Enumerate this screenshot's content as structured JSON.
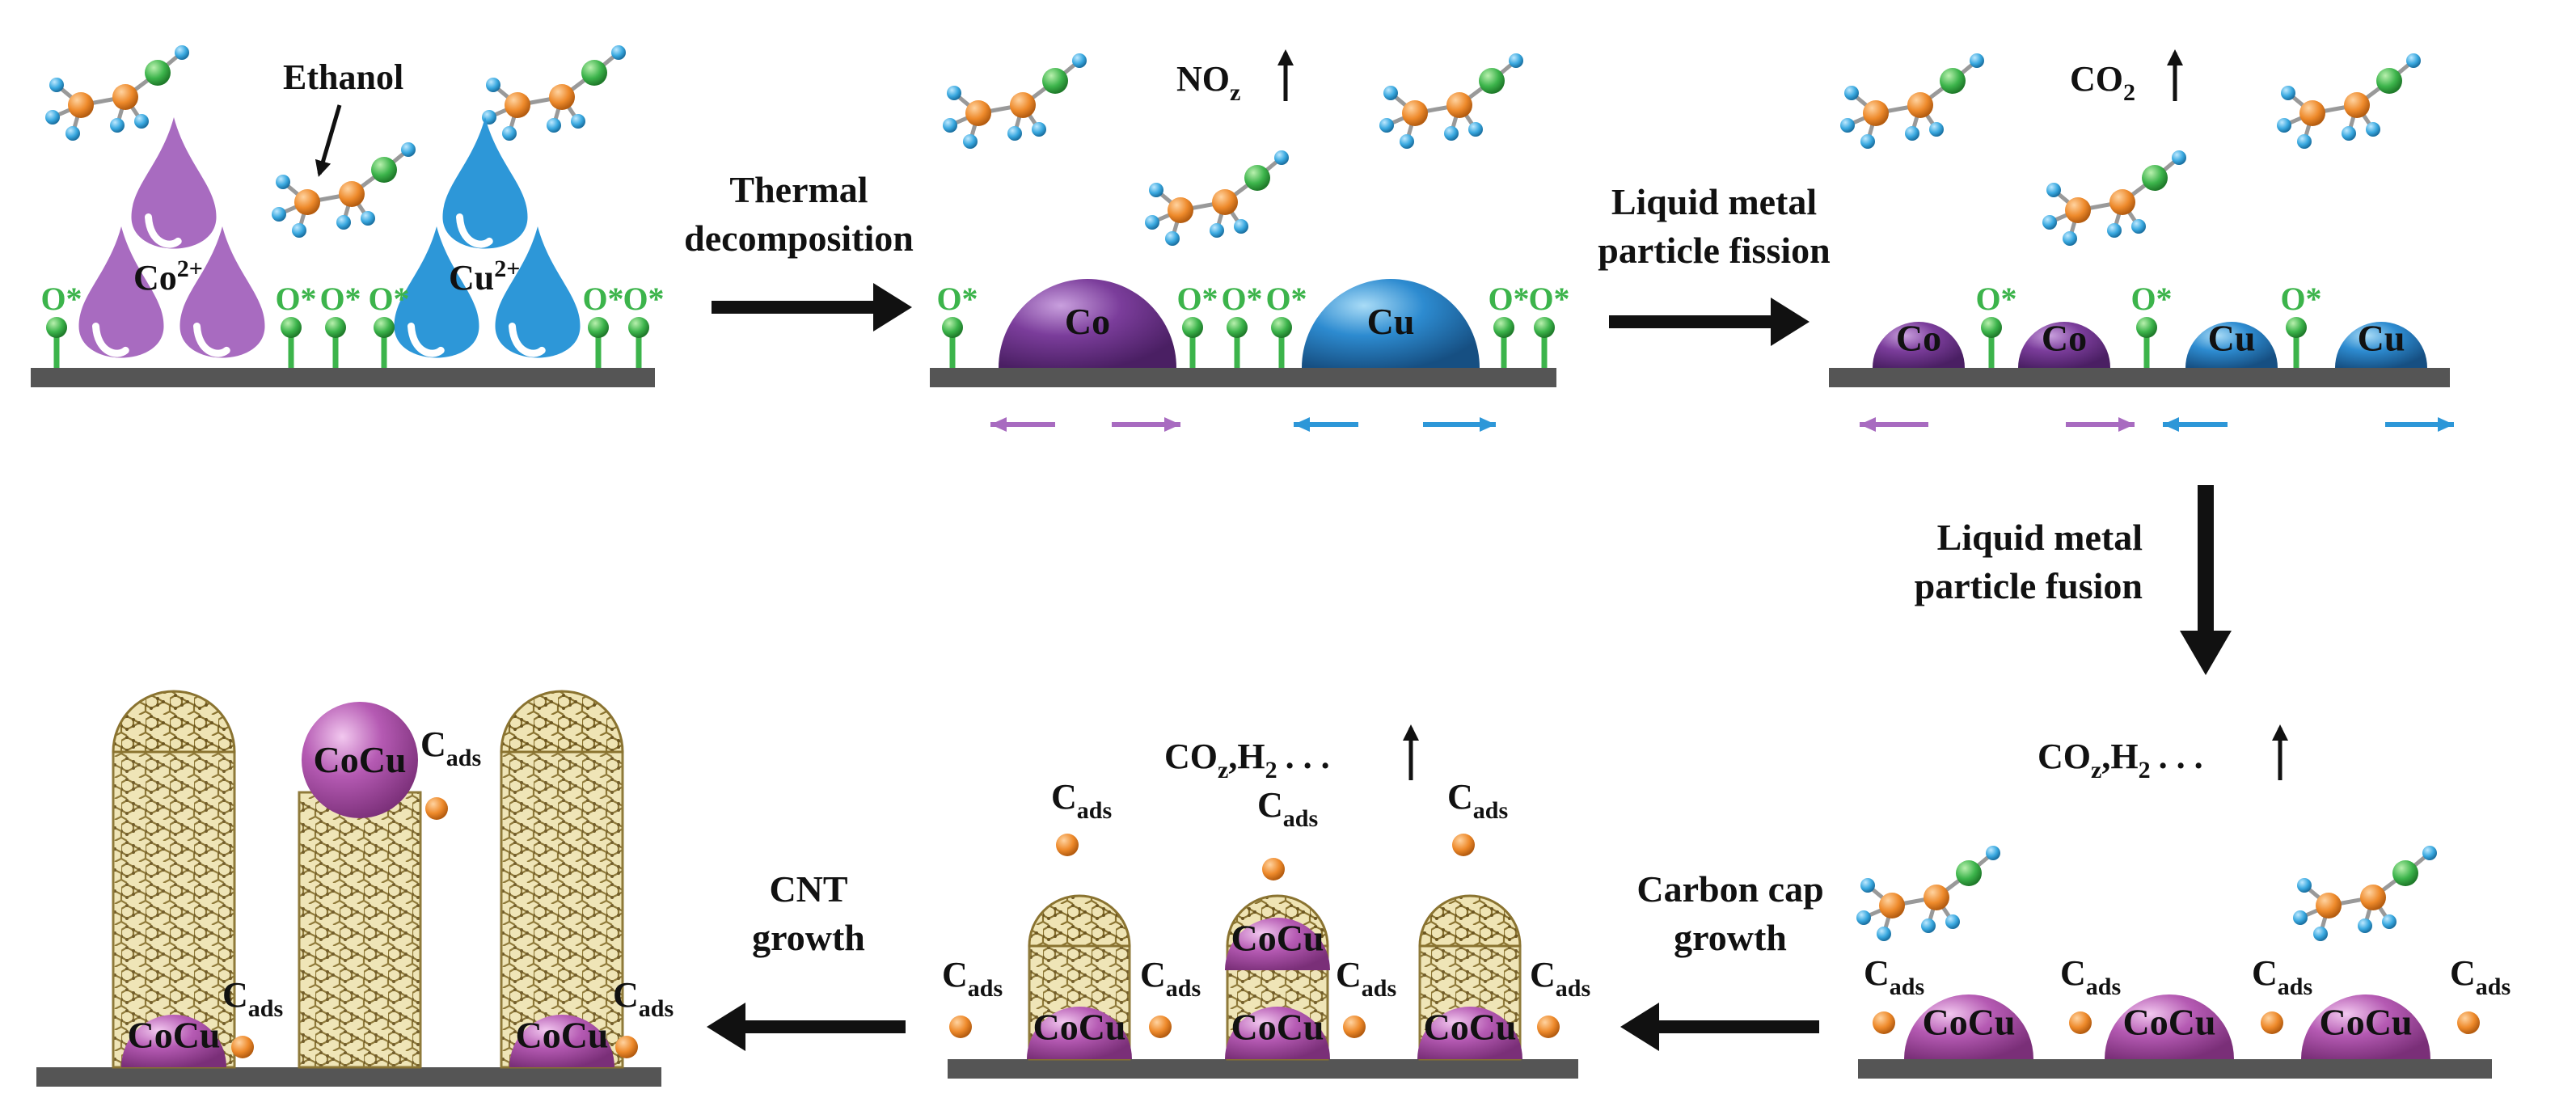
{
  "colors": {
    "co_purple": "#7b3d9b",
    "cu_blue": "#2d8bd0",
    "cocu_pink": "#b55ab3",
    "oxygen_green": "#3cb44b",
    "carbon_orange": "#ee8a2b",
    "hydrogen_blue": "#3aa9e0",
    "tube_gold": "#9c8a3a",
    "substrate_gray": "#555555",
    "arrow_black": "#111111"
  },
  "labels": {
    "ethanol": "Ethanol",
    "co_ion": "Co",
    "co_ion_charge": "2+",
    "cu_ion": "Cu",
    "cu_ion_charge": "2+",
    "o_star": "O*",
    "co": "Co",
    "cu": "Cu",
    "cocu": "CoCu",
    "c_ads_main": "C",
    "c_ads_sub": "ads",
    "noz_main": "NO",
    "noz_sub": "z",
    "co2_main": "CO",
    "co2_sub": "2",
    "coz_h2_a": "CO",
    "coz_h2_sub1": "z",
    "coz_h2_b": ",H",
    "coz_h2_sub2": "2",
    "coz_h2_dots": ". . ."
  },
  "steps": {
    "thermal": [
      "Thermal",
      "decomposition"
    ],
    "fission": [
      "Liquid metal",
      "particle fission"
    ],
    "fusion": [
      "Liquid metal",
      "particle fusion"
    ],
    "cap": [
      "Carbon cap",
      "growth"
    ],
    "cnt": [
      "CNT",
      "growth"
    ]
  }
}
